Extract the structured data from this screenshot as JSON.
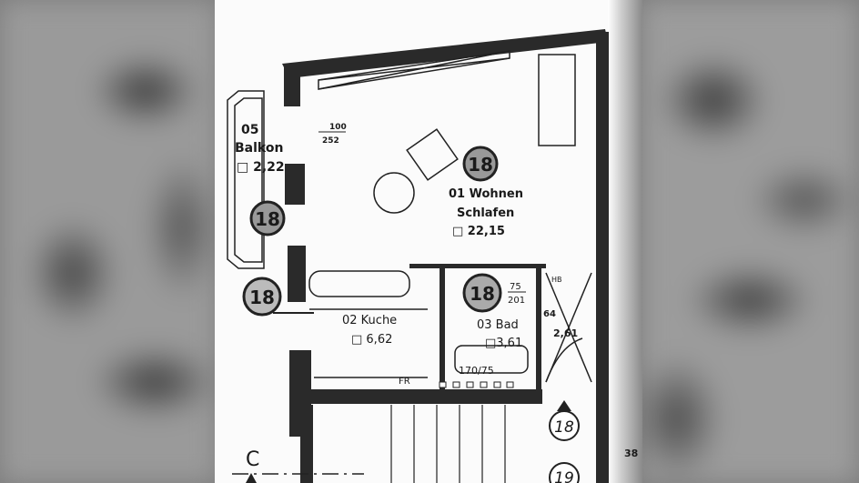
{
  "rooms": {
    "balkon": {
      "number": "05",
      "name": "Balkon",
      "area": "□ 2,22"
    },
    "wohnen": {
      "number_name": "01 Wohnen",
      "name2": "Schlafen",
      "area": "□ 22,15"
    },
    "kuche": {
      "number_name": "02 Kuche",
      "area": "□ 6,62"
    },
    "bad": {
      "number_name": "03 Bad",
      "area": "□3,61",
      "tub": "170/75"
    }
  },
  "labels": {
    "door_top": "100",
    "door_bottom": "252",
    "bad_door_top": "75",
    "bad_door_bottom": "201",
    "hall_64": "64",
    "hall_area": "2,61",
    "hb": "HB",
    "fr": "FR",
    "section": "C",
    "dim_38": "38"
  },
  "markers": [
    "18",
    "18",
    "18",
    "18",
    "18",
    "19"
  ]
}
